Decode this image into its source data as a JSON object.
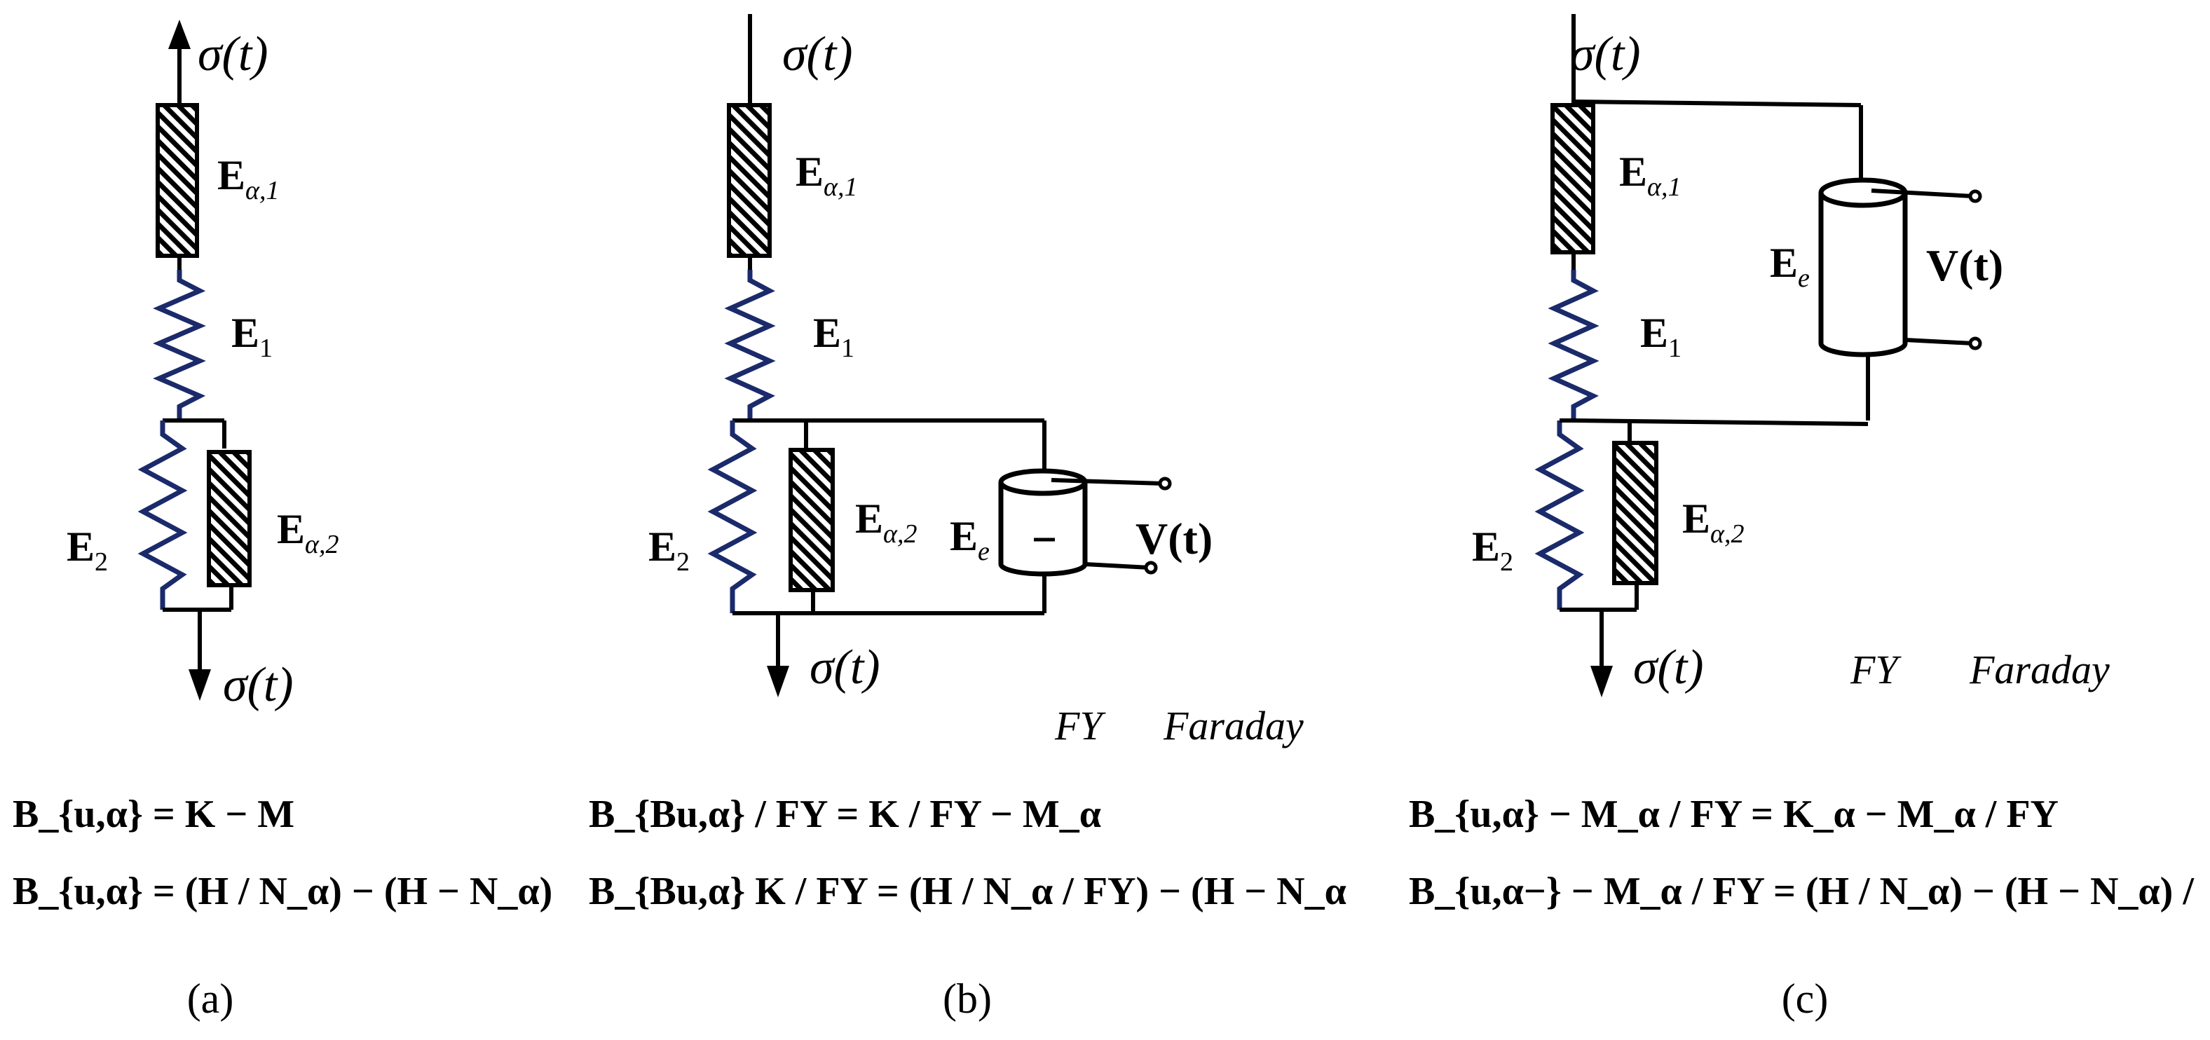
{
  "panels": [
    {
      "id": "a",
      "caption": "(a)",
      "sigma_top": "σ(t)",
      "sigma_bottom": "σ(t)",
      "dashpot_top_label": "E",
      "dashpot_top_sub": "α,1",
      "spring_top_label": "E",
      "spring_top_sub": "1",
      "spring_bottom_label": "E",
      "spring_bottom_sub": "2",
      "dashpot_bottom_label": "E",
      "dashpot_bottom_sub": "α,2",
      "eq1": "B_{u,α} = K − M",
      "eq2": "B_{u,α} = (H / N_α) − (H − N_α)"
    },
    {
      "id": "b",
      "caption": "(b)",
      "sigma_top": "σ(t)",
      "sigma_bottom": "σ(t)",
      "dashpot_top_label": "E",
      "dashpot_top_sub": "α,1",
      "spring_top_label": "E",
      "spring_top_sub": "1",
      "spring_bottom_label": "E",
      "spring_bottom_sub": "2",
      "dashpot_bottom_label": "E",
      "dashpot_bottom_sub": "α,2",
      "element_label": "E",
      "element_sub": "e",
      "voltage_label": "V(t)",
      "fy_text": "FY",
      "faraday_text": "Faraday",
      "eq1": "B_{Bu,α} / FY = K / FY − M_α",
      "eq2": "B_{Bu,α} K / FY = (H / N_α / FY) − (H − N_α"
    },
    {
      "id": "c",
      "caption": "(c)",
      "sigma_top": "σ(t)",
      "sigma_bottom": "σ(t)",
      "dashpot_top_label": "E",
      "dashpot_top_sub": "α,1",
      "spring_top_label": "E",
      "spring_top_sub": "1",
      "spring_bottom_label": "E",
      "spring_bottom_sub": "2",
      "dashpot_bottom_label": "E",
      "dashpot_bottom_sub": "α,2",
      "element_label": "E",
      "element_sub": "e",
      "voltage_label": "V(t)",
      "fy_text": "FY",
      "faraday_text": "Faraday",
      "eq1": "B_{u,α} − M_α / FY = K_α − M_α / FY",
      "eq2": "B_{u,α−} − M_α / FY = (H / N_α) − (H − N_α) /"
    }
  ],
  "colors": {
    "spring": "#1a2a6b",
    "wire": "#000000"
  }
}
